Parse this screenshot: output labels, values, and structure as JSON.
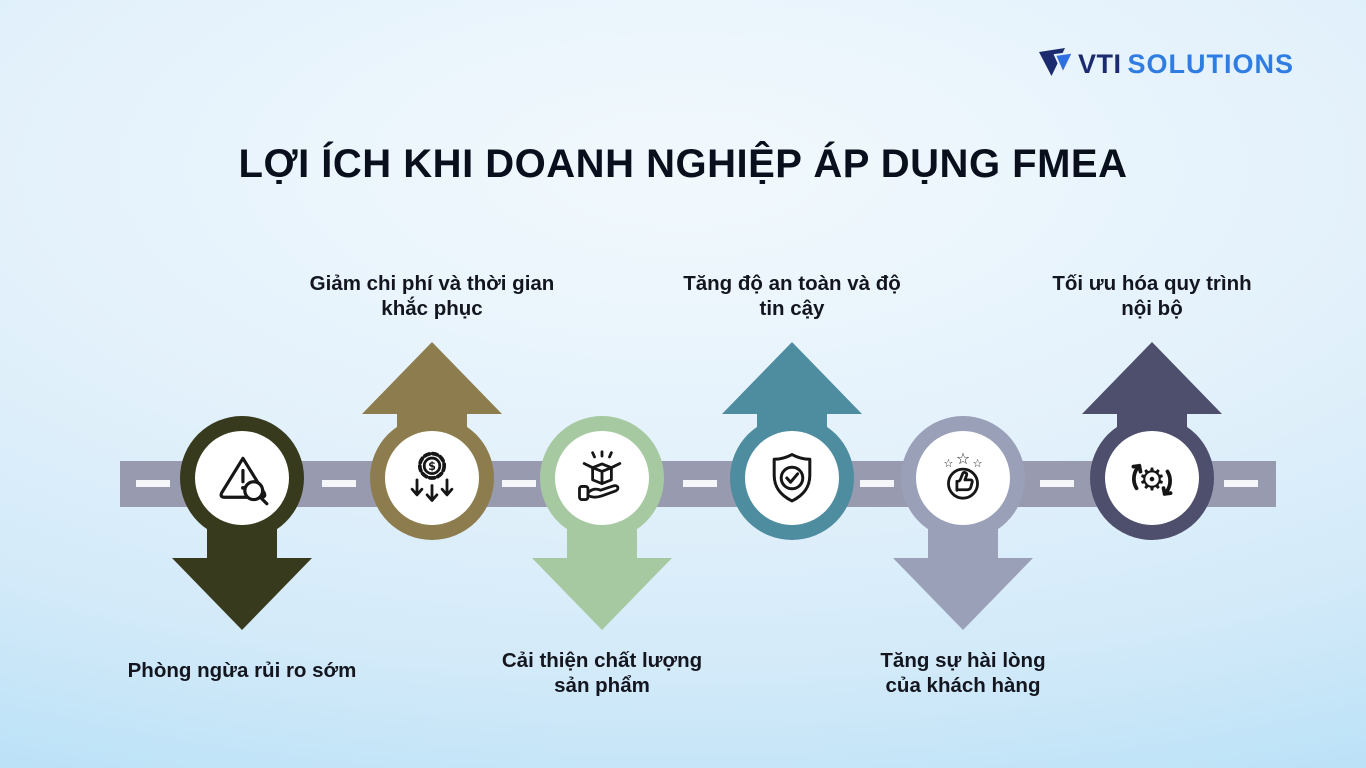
{
  "logo": {
    "text_primary": "VTI",
    "text_secondary": "SOLUTIONS"
  },
  "title": "LỢI ÍCH KHI DOANH NGHIỆP ÁP DỤNG FMEA",
  "benefits": [
    {
      "label": "Phòng ngừa rủi ro sớm",
      "lines": [
        "Phòng ngừa rủi ro sớm"
      ],
      "arrow": "down",
      "label_position": "below",
      "color": "#373a1d",
      "icon": "risk-alert-magnifier-icon"
    },
    {
      "label": "Giảm chi phí và thời gian khắc phục",
      "lines": [
        "Giảm chi phí và thời gian",
        "khắc phục"
      ],
      "arrow": "up",
      "label_position": "above",
      "color": "#8d7d4e",
      "icon": "cost-reduction-gear-icon"
    },
    {
      "label": "Cải thiện chất lượng sản phẩm",
      "lines": [
        "Cải thiện chất lượng",
        "sản phẩm"
      ],
      "arrow": "down",
      "label_position": "below",
      "color": "#a6c9a2",
      "icon": "product-delivery-hand-icon"
    },
    {
      "label": "Tăng độ an toàn và độ tin cậy",
      "lines": [
        "Tăng độ an toàn và độ",
        "tin cậy"
      ],
      "arrow": "up",
      "label_position": "above",
      "color": "#4e8ca0",
      "icon": "shield-check-icon"
    },
    {
      "label": "Tăng sự hài lòng của khách hàng",
      "lines": [
        "Tăng sự hài lòng",
        "của khách hàng"
      ],
      "arrow": "down",
      "label_position": "below",
      "color": "#9aa0b8",
      "icon": "thumbs-up-stars-icon"
    },
    {
      "label": "Tối ưu hóa quy trình nội bộ",
      "lines": [
        "Tối ưu hóa quy trình",
        "nội bộ"
      ],
      "arrow": "up",
      "label_position": "above",
      "color": "#4d4f6c",
      "icon": "process-gear-cycle-icon"
    }
  ],
  "colors": {
    "road": "#989bb0",
    "road_dash": "#f4f6f9",
    "title_text": "#0a0f1d",
    "label_text": "#14161f",
    "logo_primary": "#1c2b6e",
    "logo_secondary": "#2f7de2",
    "background_top": "#eef7fd",
    "background_bottom": "#a8dbf7"
  }
}
